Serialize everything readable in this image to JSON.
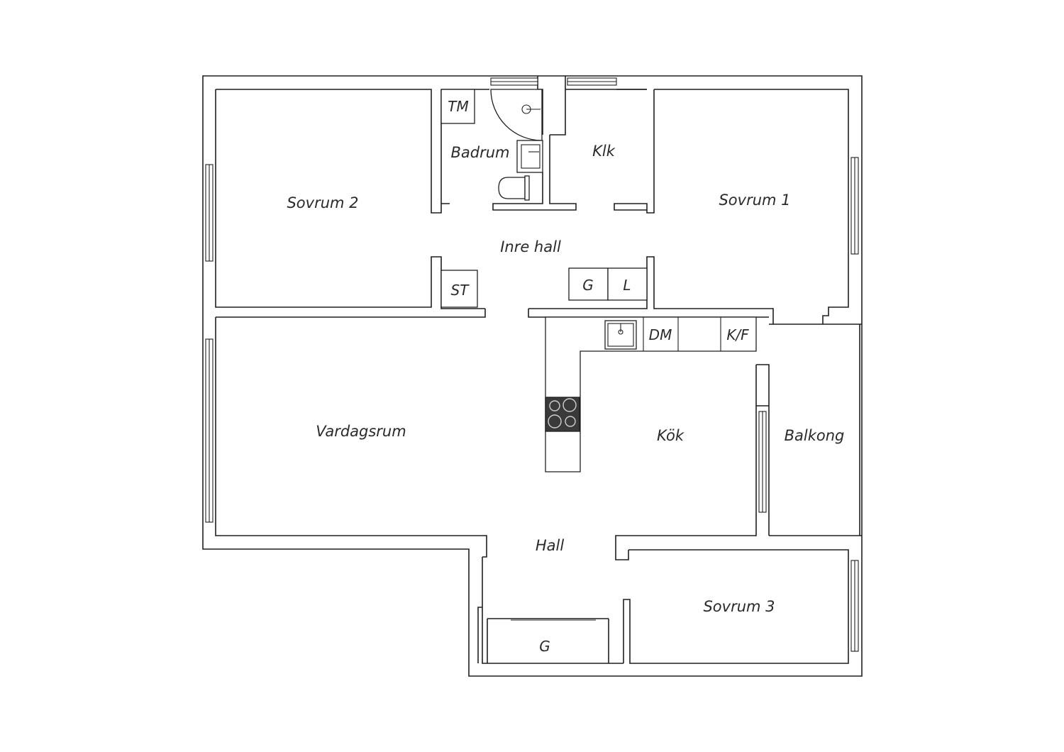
{
  "rooms": {
    "sovrum2": "Sovrum 2",
    "sovrum1": "Sovrum 1",
    "sovrum3": "Sovrum 3",
    "badrum": "Badrum",
    "klk": "Klk",
    "inre_hall": "Inre hall",
    "vardagsrum": "Vardagsrum",
    "kok": "Kök",
    "balkong": "Balkong",
    "hall": "Hall"
  },
  "fixtures": {
    "tm": "TM",
    "st": "ST",
    "g_inner": "G",
    "l_inner": "L",
    "dm": "DM",
    "kf": "K/F",
    "g_hall": "G"
  },
  "colors": {
    "wall_stroke": "#1f1f1f",
    "background": "#ffffff",
    "stove": "#3a3a3a"
  }
}
